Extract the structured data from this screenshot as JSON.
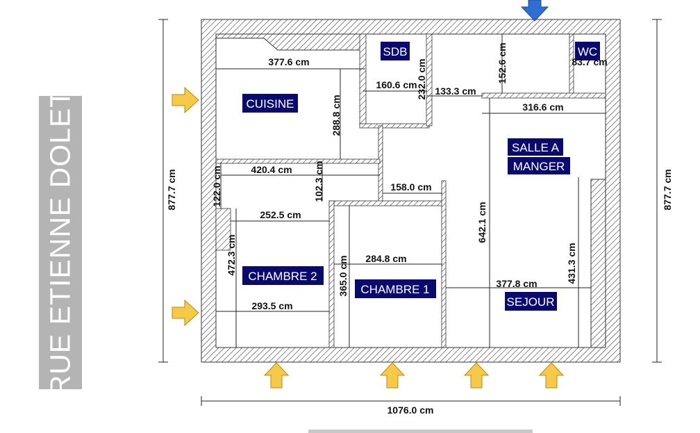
{
  "street_label": "RUE ETIENNE DOLET",
  "rooms": {
    "cuisine": "CUISINE",
    "sdb": "SDB",
    "wc": "WC",
    "salle_line1": "SALLE A",
    "salle_line2": "MANGER",
    "chambre2": "CHAMBRE 2",
    "chambre1": "CHAMBRE 1",
    "sejour": "SEJOUR"
  },
  "dimensions": {
    "d_377_6": "377.6 cm",
    "d_160_6": "160.6 cm",
    "d_232_0": "232.0 cm",
    "d_133_3": "133.3 cm",
    "d_152_6": "152.6 cm",
    "d_83_7": "83.7 cm",
    "d_316_6": "316.6 cm",
    "d_288_8": "288.8 cm",
    "d_420_4": "420.4 cm",
    "d_122_0": "122.0 cm",
    "d_102_3": "102.3 cm",
    "d_158_0": "158.0 cm",
    "d_252_5": "252.5 cm",
    "d_642_1": "642.1 cm",
    "d_472_3": "472.3 cm",
    "d_284_8": "284.8 cm",
    "d_365_0": "365.0 cm",
    "d_377_8": "377.8 cm",
    "d_431_3": "431.3 cm",
    "d_293_5": "293.5 cm",
    "d_877_7_left": "877.7 cm",
    "d_877_7_right": "877.7 cm",
    "d_1076_0": "1076.0 cm"
  },
  "colors": {
    "room_label_bg": "#0a0a6e",
    "arrow_yellow": "#f7c948",
    "arrow_blue": "#2f6fd1",
    "street_panel": "#b4b4b4",
    "wall_hatch": "#555555"
  }
}
